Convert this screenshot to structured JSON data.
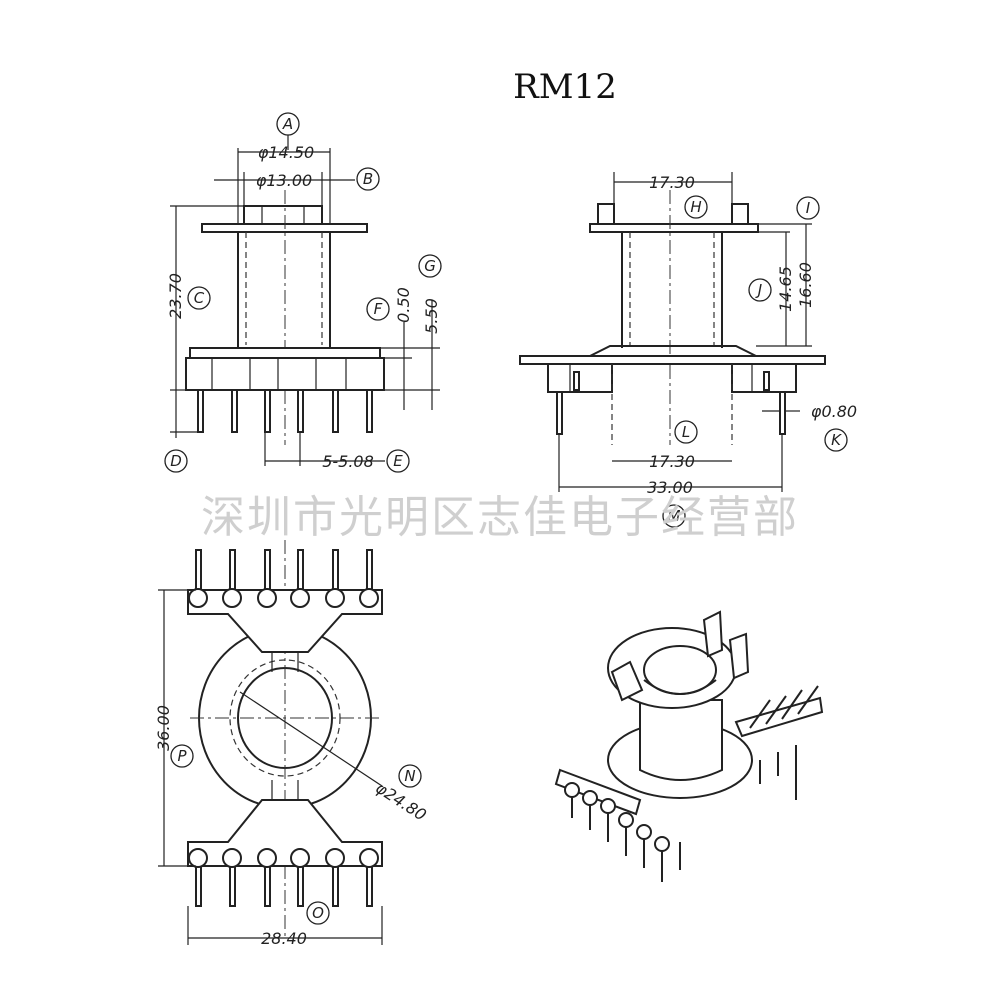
{
  "title": "RM12",
  "watermark": "深圳市光明区志佳电子经营部",
  "labels": {
    "A": "A",
    "B": "B",
    "C": "C",
    "D": "D",
    "E": "E",
    "F": "F",
    "G": "G",
    "H": "H",
    "I": "I",
    "J": "J",
    "K": "K",
    "L": "L",
    "M": "M",
    "N": "N",
    "O": "O",
    "P": "P"
  },
  "dims": {
    "A": "φ14.50",
    "B": "φ13.00",
    "C": "23.70",
    "E": "5-5.08",
    "F": "0.50",
    "G": "5.50",
    "H": "17.30",
    "J": "14.65",
    "I": "16.60",
    "K": "φ0.80",
    "L": "17.30",
    "M": "33.00",
    "N": "φ24.80",
    "P": "36.00",
    "O": "28.40"
  },
  "colors": {
    "line": "#222222",
    "watermark": "#cfcfcf",
    "background": "#ffffff"
  }
}
